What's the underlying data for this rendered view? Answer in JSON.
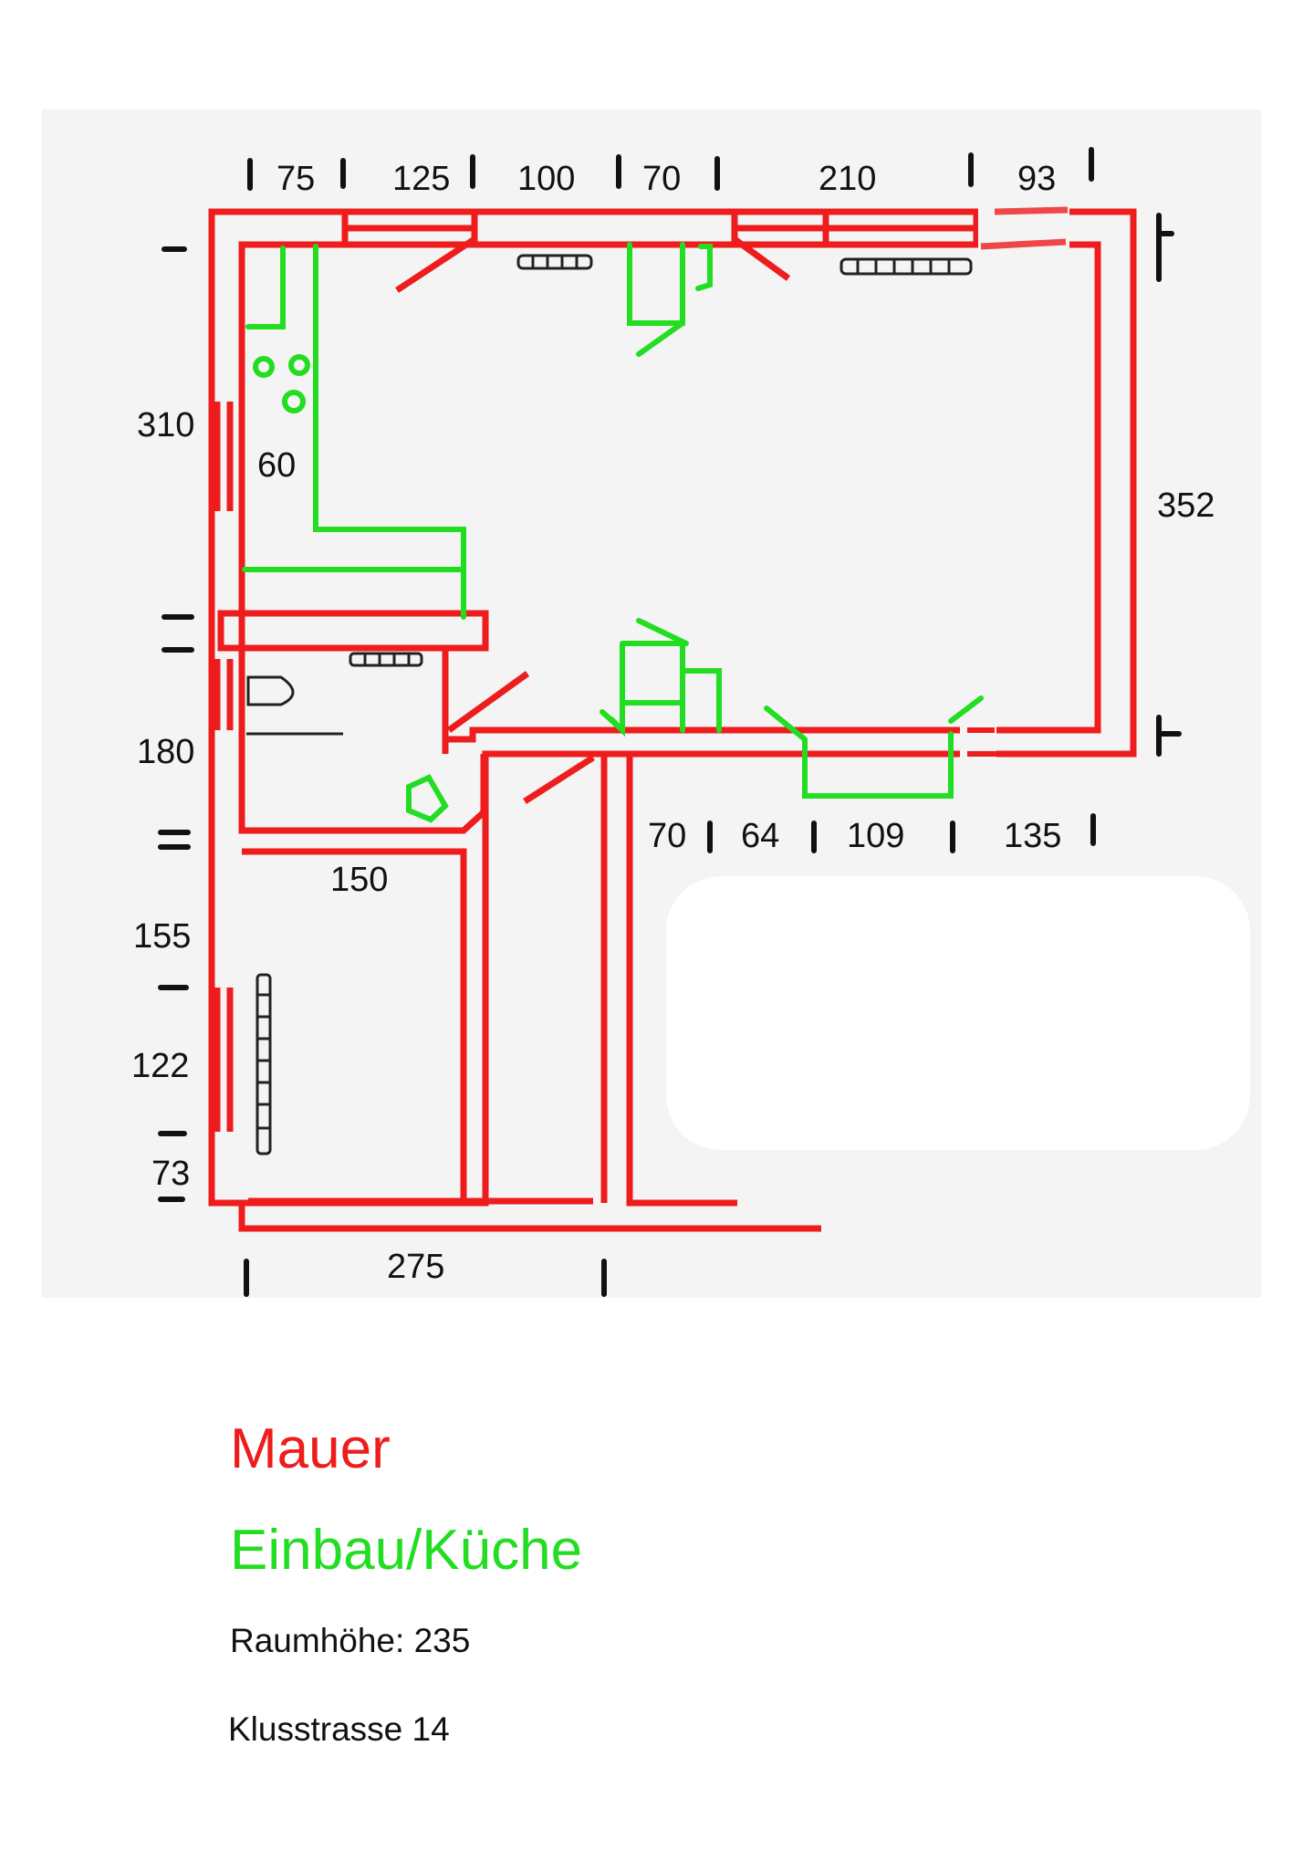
{
  "colors": {
    "wall": "#ee1c1c",
    "builtin": "#22dd22",
    "background_panel": "#f4f4f4",
    "text": "#111111"
  },
  "dimensions": {
    "top": [
      "75",
      "125",
      "100",
      "70",
      "210",
      "93"
    ],
    "left": [
      "310",
      "180",
      "155",
      "122",
      "73"
    ],
    "right": [
      "352"
    ],
    "inner": [
      "60",
      "150"
    ],
    "middle_bottom": [
      "70",
      "64",
      "109",
      "135"
    ],
    "bottom": [
      "275"
    ]
  },
  "legend": {
    "wall": "Mauer",
    "builtin": "Einbau/Küche",
    "room_height": "Raumhöhe: 235",
    "address": "Klusstrasse 14"
  }
}
